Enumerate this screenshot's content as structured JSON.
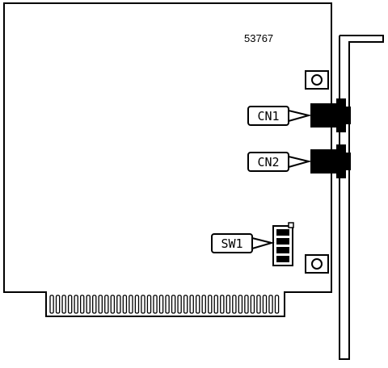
{
  "diagram": {
    "part_number": "53767",
    "labels": {
      "cn1": "CN1",
      "cn2": "CN2",
      "sw1": "SW1"
    },
    "edge_connector_fingers": 38,
    "dip_switch_positions": 4
  }
}
